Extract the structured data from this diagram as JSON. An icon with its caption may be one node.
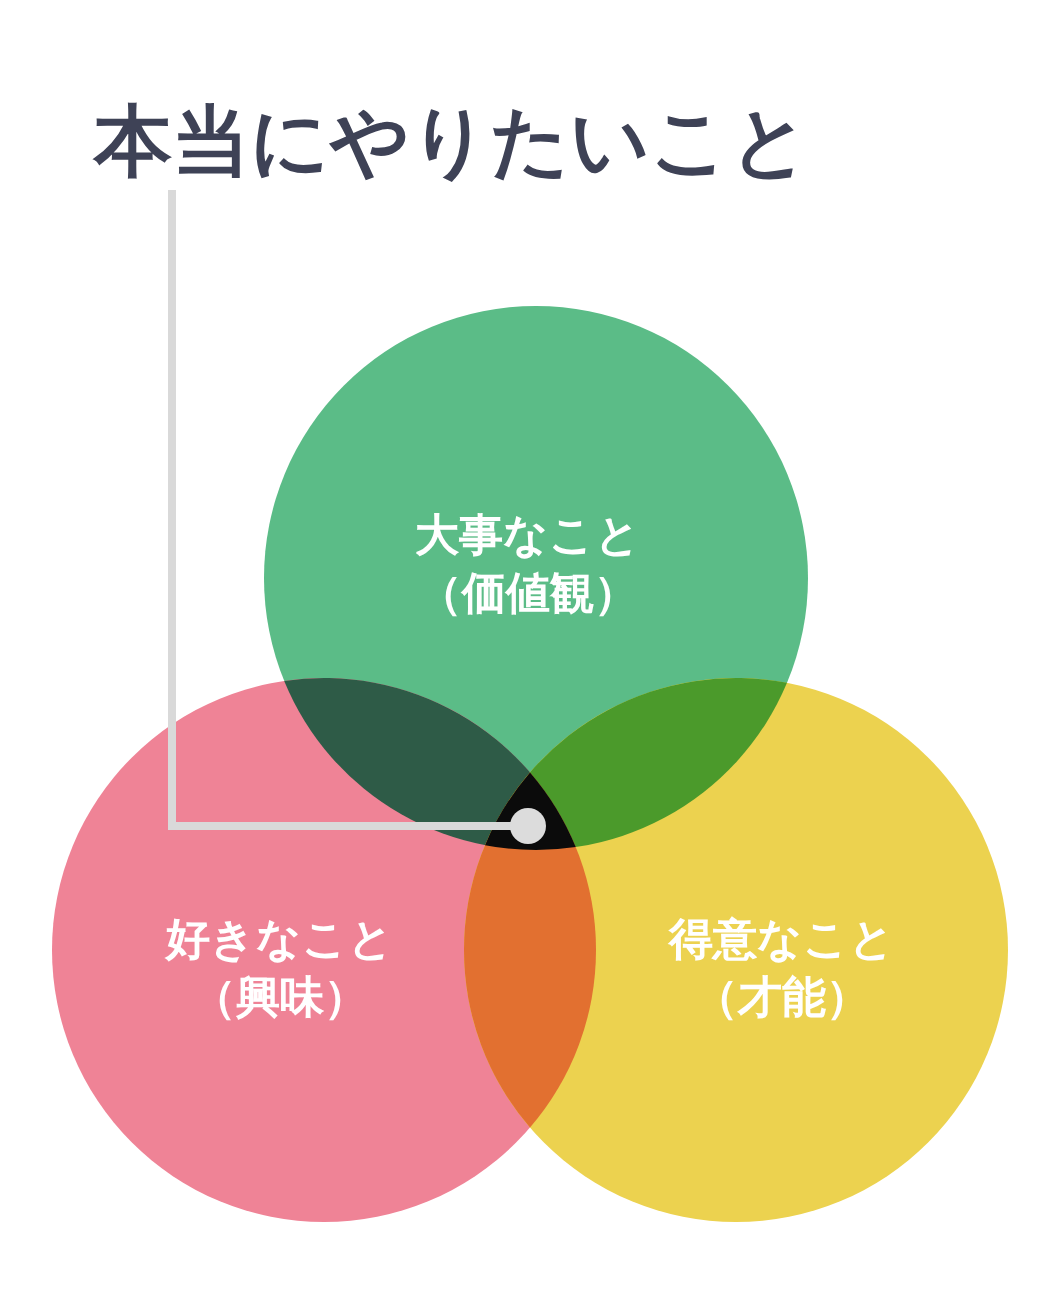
{
  "diagram": {
    "nodes": [
      {
        "text": [
          "本当にやりたいこと"
        ]
      },
      {
        "text": [
          "大事なこと",
          "（価値観）"
        ]
      },
      {
        "text": [],
        "shape": "circle"
      },
      {
        "text": [
          "好きなこと",
          "（興味）"
        ]
      },
      {
        "text": [
          "得意なこと",
          "（才能）"
        ]
      }
    ],
    "edges": [
      {
        "from": 0,
        "to": 2,
        "arrow": "none"
      }
    ]
  }
}
